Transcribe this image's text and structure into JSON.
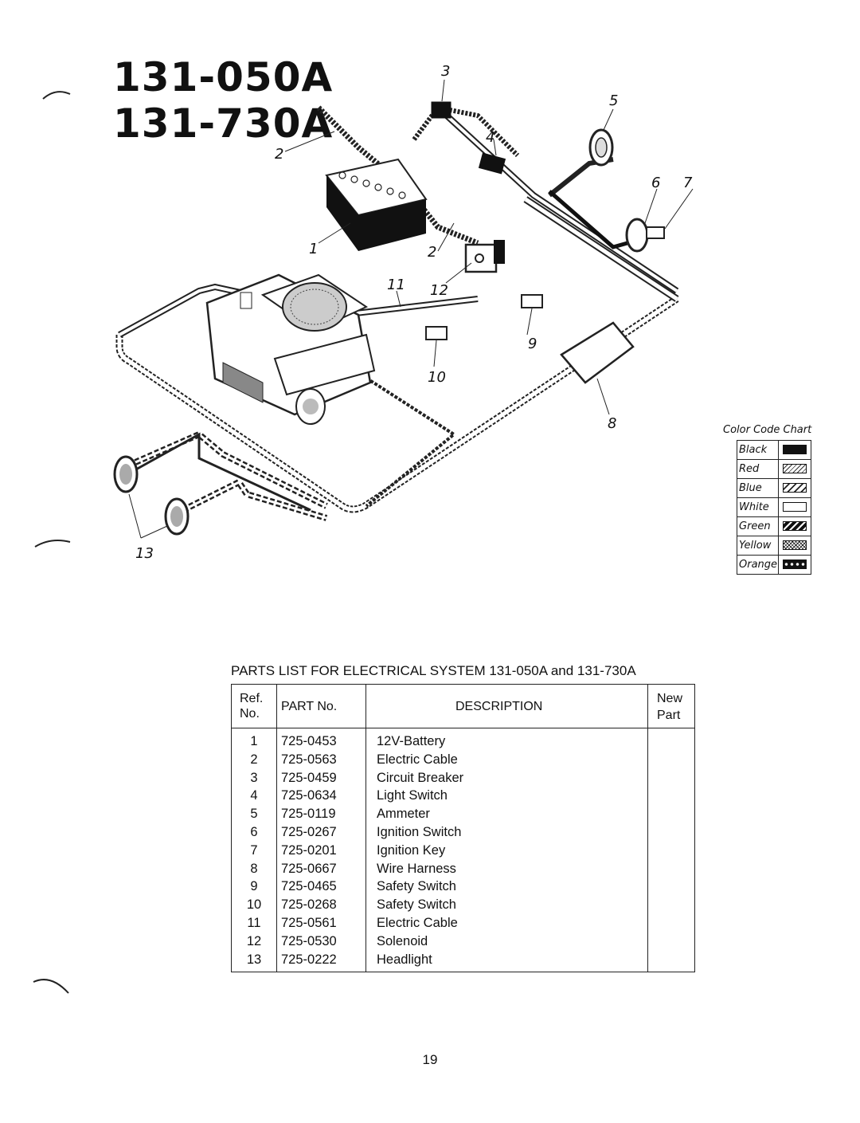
{
  "header": {
    "model_1": "131-050A",
    "model_2": "131-730A"
  },
  "diagram": {
    "callouts": [
      "1",
      "2",
      "2",
      "3",
      "4",
      "5",
      "6",
      "7",
      "8",
      "9",
      "10",
      "11",
      "12",
      "13"
    ]
  },
  "color_code_chart": {
    "title": "Color Code Chart",
    "entries": [
      {
        "name": "Black",
        "pattern": "solid-black"
      },
      {
        "name": "Red",
        "pattern": "diagonal-light"
      },
      {
        "name": "Blue",
        "pattern": "diagonal-medium"
      },
      {
        "name": "White",
        "pattern": "empty"
      },
      {
        "name": "Green",
        "pattern": "diagonal-heavy"
      },
      {
        "name": "Yellow",
        "pattern": "crosshatch"
      },
      {
        "name": "Orange",
        "pattern": "dots"
      }
    ]
  },
  "parts_list": {
    "title": "PARTS LIST FOR ELECTRICAL SYSTEM 131-050A and 131-730A",
    "headers": {
      "ref_line1": "Ref.",
      "ref_line2": "No.",
      "part_no": "PART No.",
      "description": "DESCRIPTION",
      "new_line1": "New",
      "new_line2": "Part"
    },
    "rows": [
      {
        "ref": "1",
        "part": "725-0453",
        "desc": "12V-Battery"
      },
      {
        "ref": "2",
        "part": "725-0563",
        "desc": "Electric Cable"
      },
      {
        "ref": "3",
        "part": "725-0459",
        "desc": "Circuit Breaker"
      },
      {
        "ref": "4",
        "part": "725-0634",
        "desc": "Light Switch"
      },
      {
        "ref": "5",
        "part": "725-0119",
        "desc": "Ammeter"
      },
      {
        "ref": "6",
        "part": "725-0267",
        "desc": "Ignition Switch"
      },
      {
        "ref": "7",
        "part": "725-0201",
        "desc": "Ignition Key"
      },
      {
        "ref": "8",
        "part": "725-0667",
        "desc": "Wire Harness"
      },
      {
        "ref": "9",
        "part": "725-0465",
        "desc": "Safety Switch"
      },
      {
        "ref": "10",
        "part": "725-0268",
        "desc": "Safety Switch"
      },
      {
        "ref": "11",
        "part": "725-0561",
        "desc": "Electric Cable"
      },
      {
        "ref": "12",
        "part": "725-0530",
        "desc": "Solenoid"
      },
      {
        "ref": "13",
        "part": "725-0222",
        "desc": "Headlight"
      }
    ]
  },
  "footer": {
    "page_number": "19"
  }
}
